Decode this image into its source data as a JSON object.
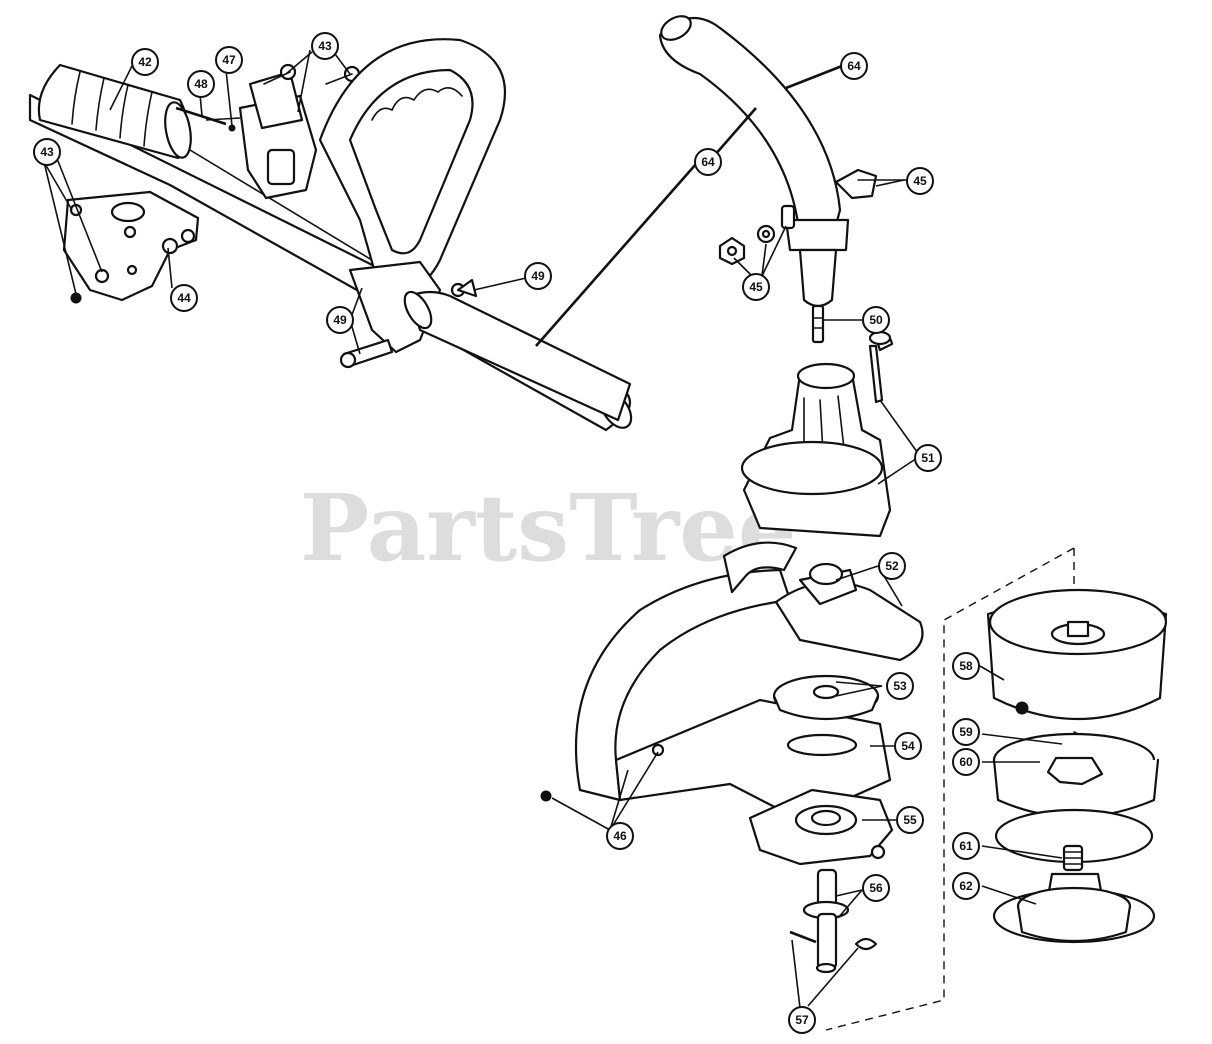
{
  "watermark": {
    "text": "PartsTree",
    "color": "#d2d2d2"
  },
  "callouts": {
    "c42": "42",
    "c43a": "43",
    "c43b": "43",
    "c44": "44",
    "c45a": "45",
    "c45b": "45",
    "c46": "46",
    "c47": "47",
    "c48": "48",
    "c49a": "49",
    "c49b": "49",
    "c50": "50",
    "c51": "51",
    "c52": "52",
    "c53": "53",
    "c54": "54",
    "c55": "55",
    "c56": "56",
    "c57": "57",
    "c58": "58",
    "c59": "59",
    "c60": "60",
    "c61": "61",
    "c62": "62",
    "c64a": "64",
    "c64b": "64"
  }
}
